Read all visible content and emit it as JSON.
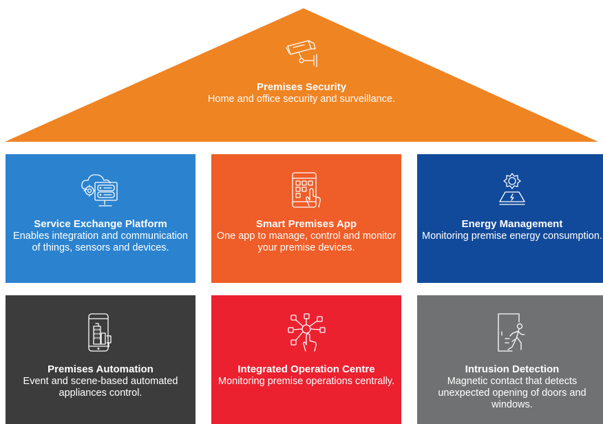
{
  "roof": {
    "title": "Premises Security",
    "description": "Home and office security and surveillance.",
    "icon": "security-camera-icon",
    "color": "#ef8423"
  },
  "tiles": [
    {
      "title": "Service Exchange Platform",
      "description": "Enables integration and communication of things, sensors and devices.",
      "icon": "cloud-server-icon",
      "color": "#2b83cf"
    },
    {
      "title": "Smart Premises App",
      "description": "One app to manage, control and monitor your premise devices.",
      "icon": "tablet-touch-icon",
      "color": "#ef5d28"
    },
    {
      "title": "Energy Management",
      "description": "Monitoring premise energy consumption.",
      "icon": "solar-energy-icon",
      "color": "#124a9b"
    },
    {
      "title": "Premises Automation",
      "description": "Event and scene-based automated appliances control.",
      "icon": "smartphone-building-icon",
      "color": "#3c3c3c"
    },
    {
      "title": "Integrated Operation Centre",
      "description": "Monitoring premise operations centrally.",
      "icon": "network-touch-icon",
      "color": "#eb2130"
    },
    {
      "title": "Intrusion Detection",
      "description": "Magnetic contact that detects unexpected opening of doors and windows.",
      "icon": "door-intruder-icon",
      "color": "#707172"
    }
  ]
}
